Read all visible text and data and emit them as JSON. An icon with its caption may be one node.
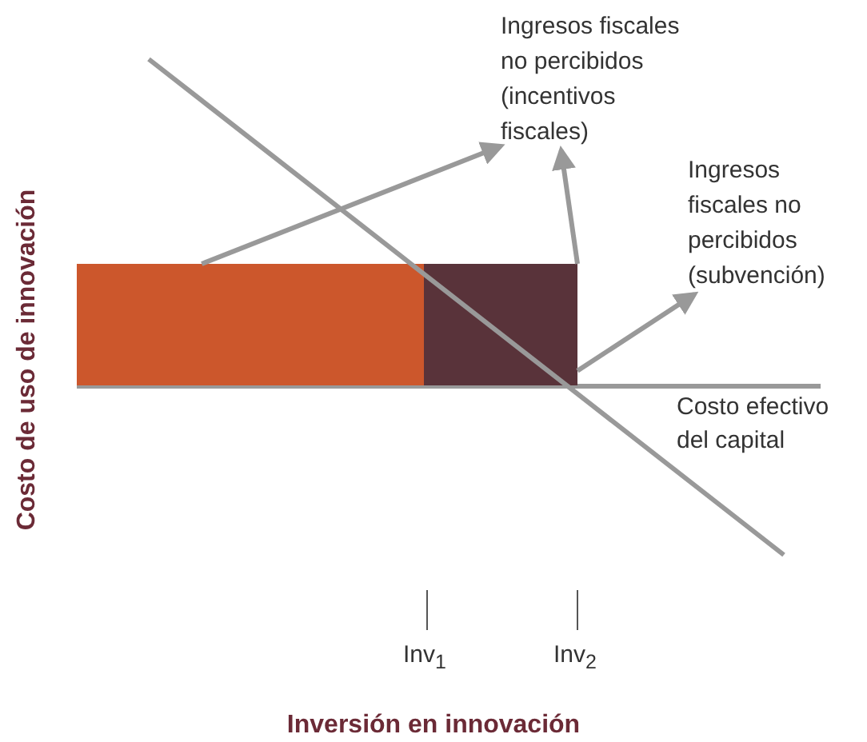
{
  "diagram": {
    "nodes": [
      {
        "text": [],
        "shape": "bar"
      },
      {
        "text": [],
        "shape": "bar"
      },
      {
        "text": [
          "Ingresos fiscales no percibidos (incentivos fiscales)"
        ]
      },
      {
        "text": [
          "Ingresos fiscales no percibidos (subvención)"
        ]
      }
    ],
    "edges": [
      {
        "from": 0,
        "to": 2,
        "arrow": "to"
      },
      {
        "from": 1,
        "to": 2,
        "arrow": "to"
      },
      {
        "from": 1,
        "to": 3,
        "arrow": "to"
      }
    ],
    "labels": [
      "Costo efectivo del capital",
      "Inv$_{1}$",
      "Inv$_{2}$",
      "Costo de uso de innovación",
      "Inversión en innovación"
    ]
  }
}
